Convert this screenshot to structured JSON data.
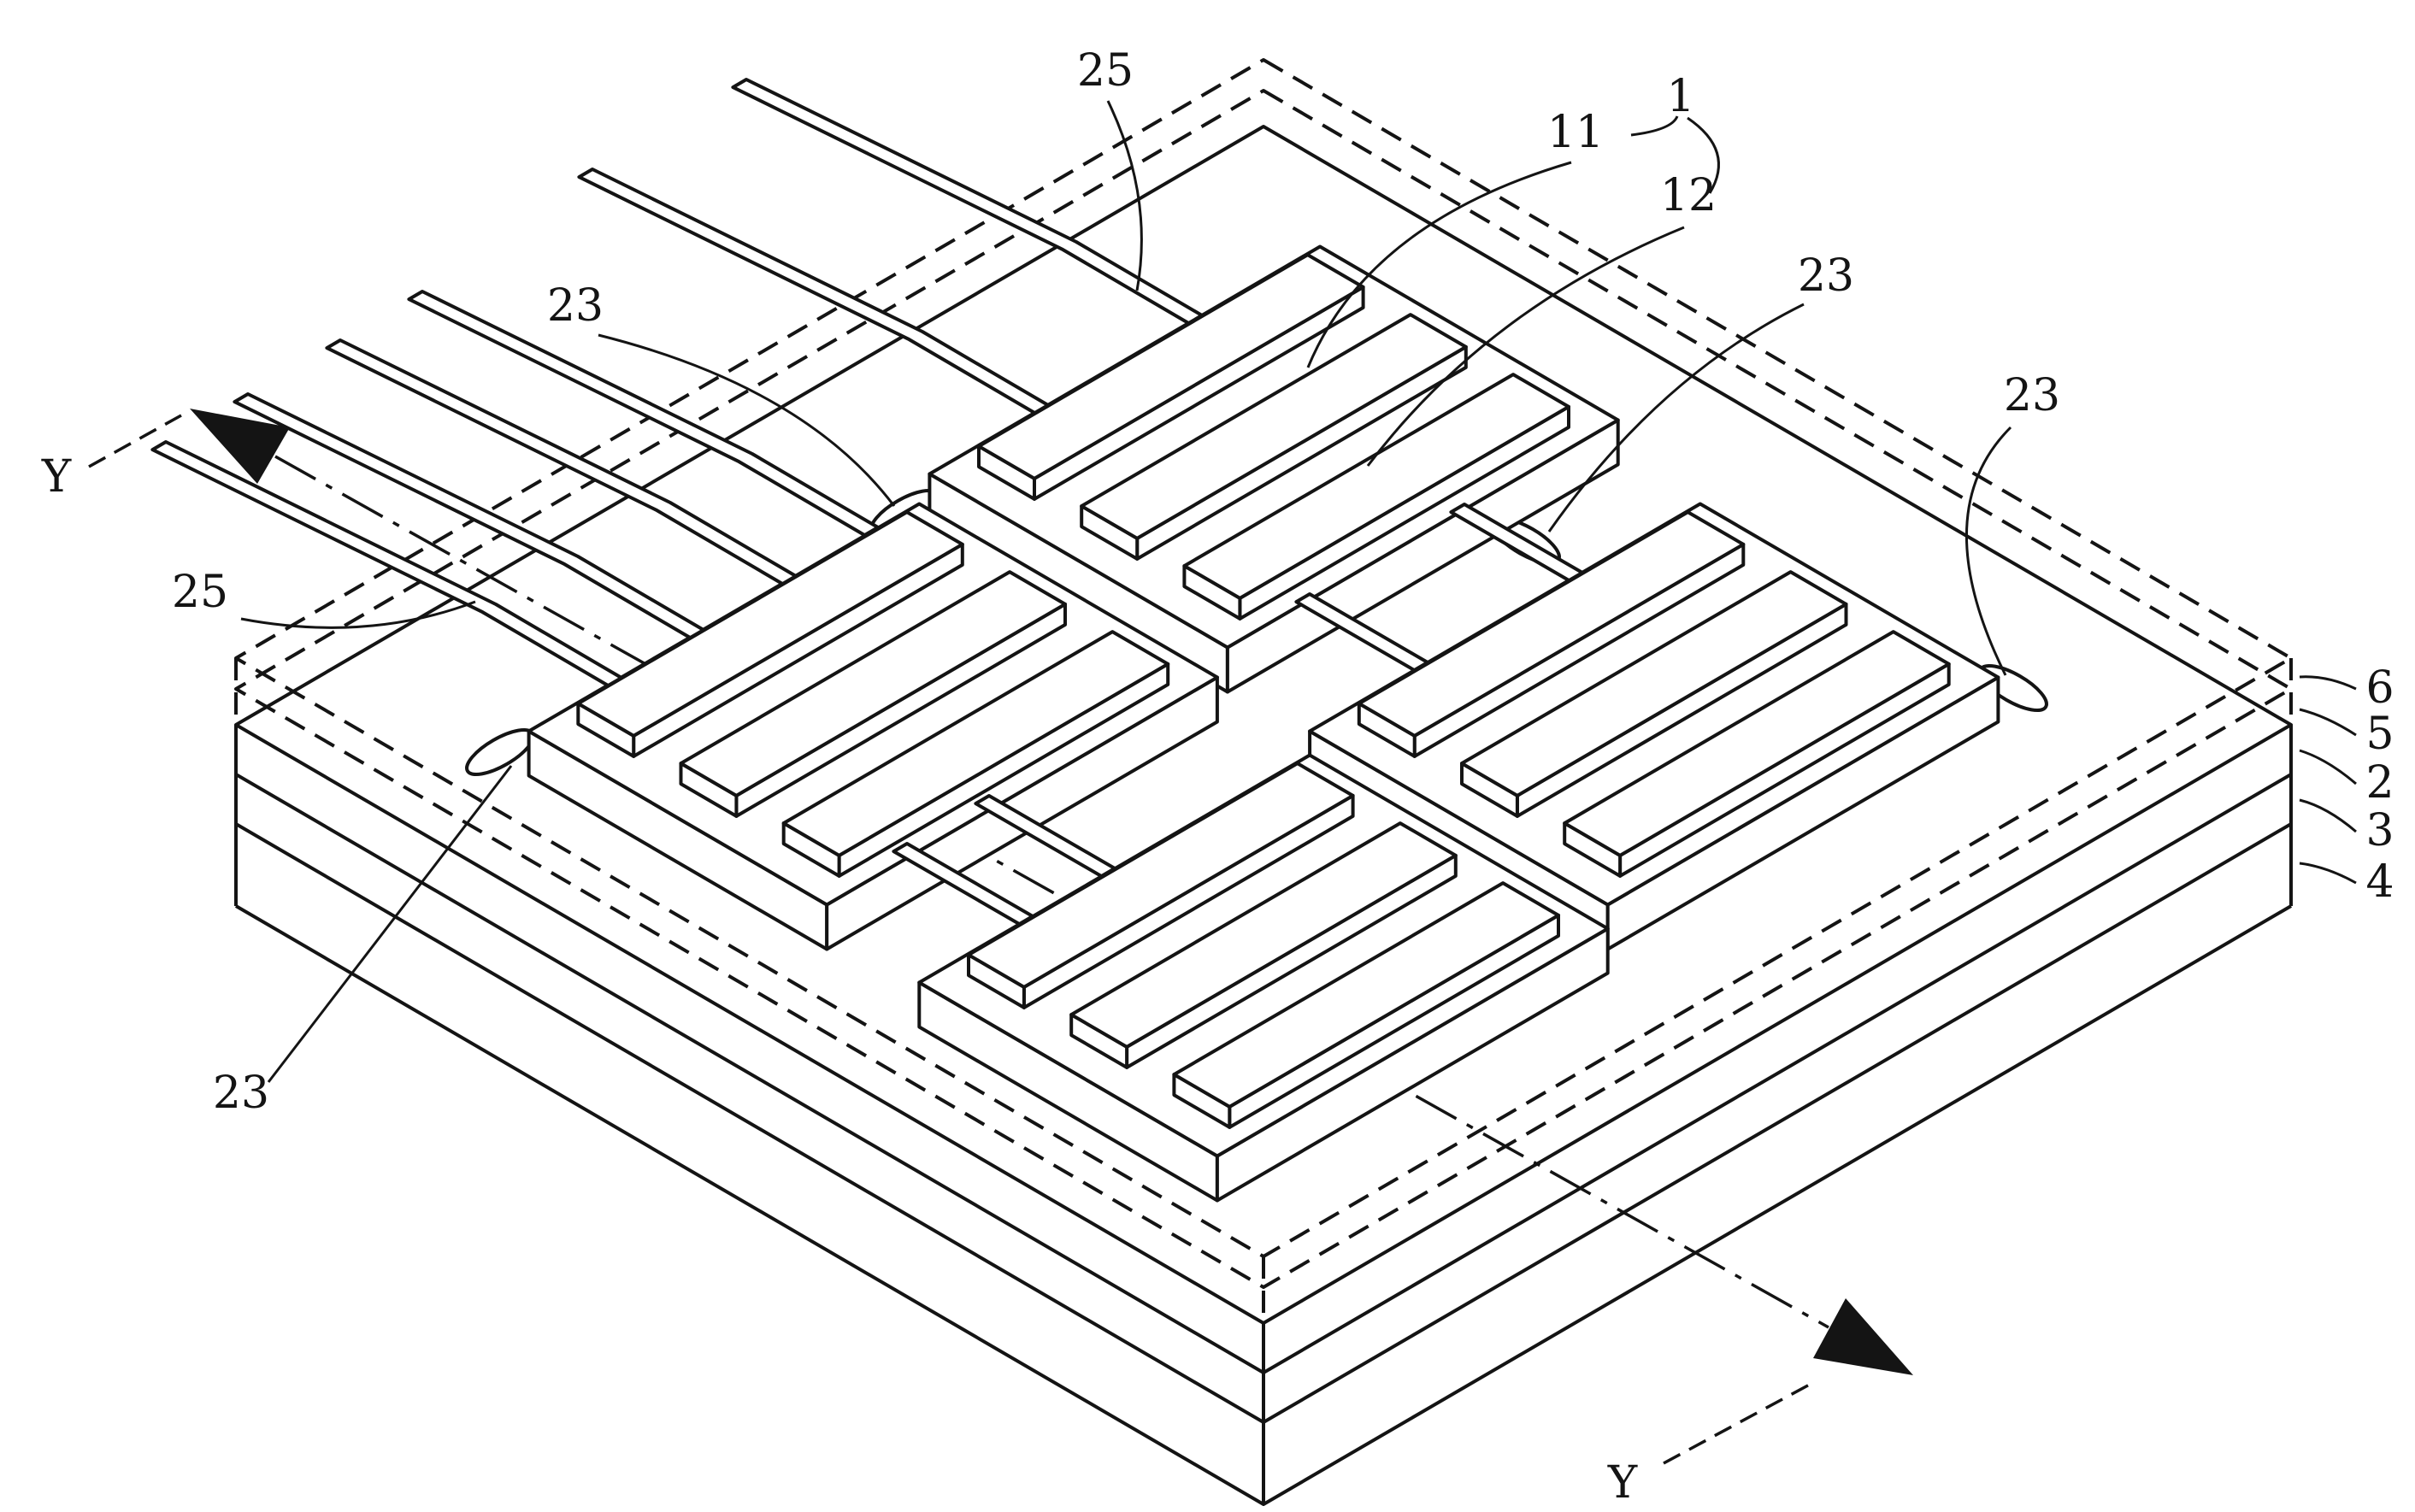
{
  "figure": {
    "kind": "patent-style isometric diagram of a multilayer substrate carrying four dies with bar electrodes, bond leads and a Y-Y section line",
    "colors": {
      "ink": "#141414",
      "paper": "#ffffff"
    }
  },
  "labels": {
    "ref_25_top": "25",
    "ref_25_left": "25",
    "ref_23_upper_left": "23",
    "ref_23_upper_right": "23",
    "ref_23_right": "23",
    "ref_23_lower_left": "23",
    "ref_1": "1",
    "ref_11": "11",
    "ref_12": "12",
    "layer_6": "6",
    "layer_5": "5",
    "layer_2": "2",
    "layer_3": "3",
    "layer_4": "4",
    "section_y_upper": "Y",
    "section_y_lower": "Y"
  }
}
